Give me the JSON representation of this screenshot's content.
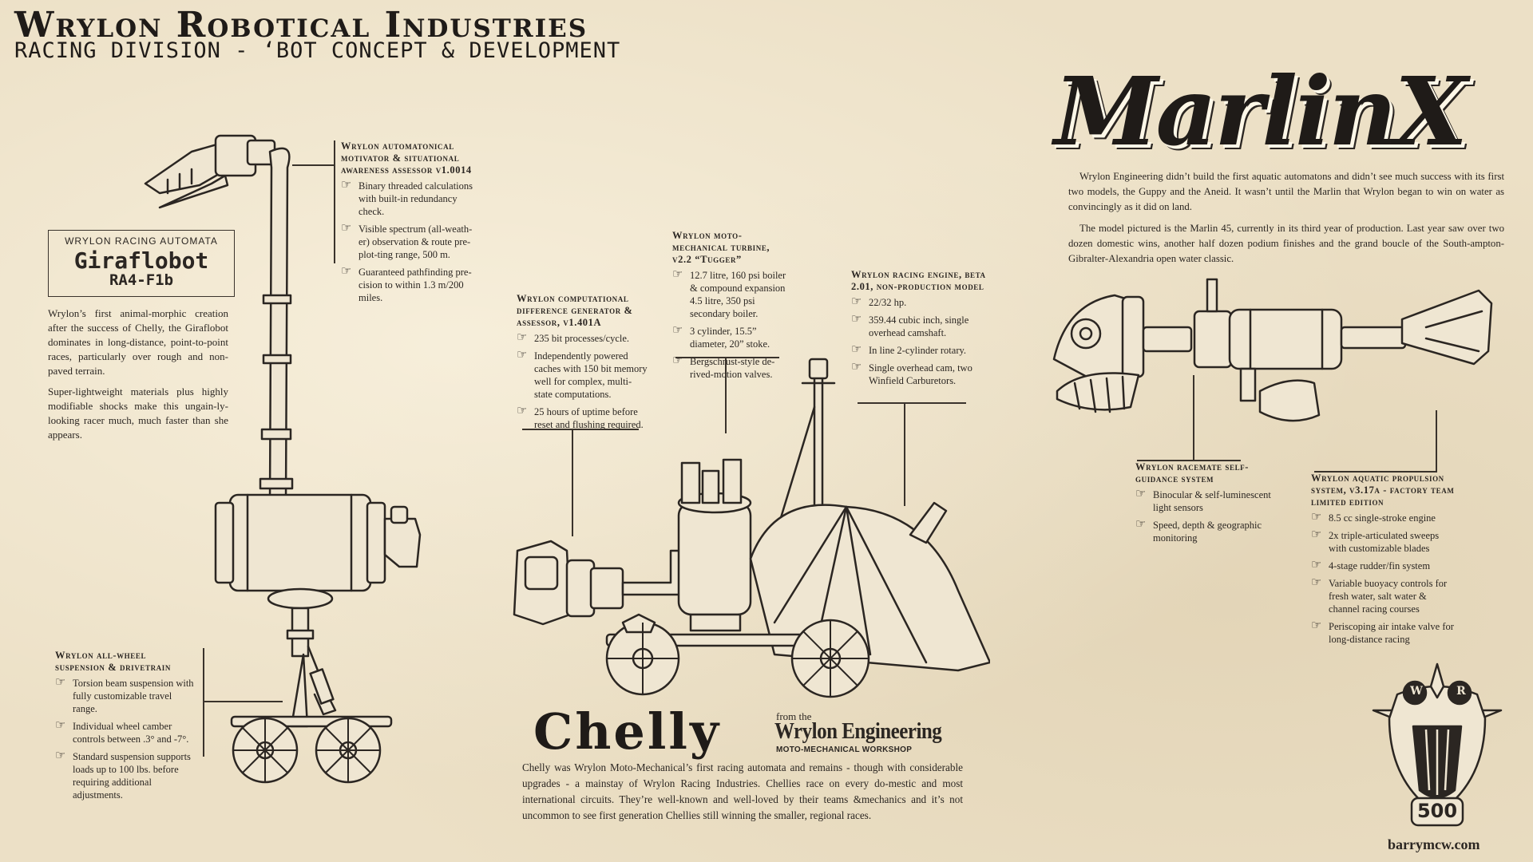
{
  "header": {
    "title": "Wrylon Robotical Industries",
    "subtitle": "RACING DIVISION - ‘BOT CONCEPT & DEVELOPMENT"
  },
  "giraflobot": {
    "badge_top": "WRYLON RACING AUTOMATA",
    "badge_name": "Giraflobot",
    "badge_code": "RA4-F1b",
    "paragraphs": [
      "Wrylon’s first animal-morphic creation after the success of Chelly, the Giraflobot dominates in long-distance, point-to-point races, particularly over rough and non-paved terrain.",
      "Super-lightweight materials plus highly modifiable shocks make this ungain-ly-looking racer much, much faster than she appears."
    ],
    "callout_motivator": {
      "title": "Wrylon automatonical motivator & situational awareness assessor v1.0014",
      "items": [
        "Binary threaded calculations with built-in redundancy check.",
        "Visible spectrum (all-weath-er) observation & route pre-plot-ting range, 500 m.",
        "Guaranteed pathfinding pre-cision to within 1.3 m/200 miles."
      ]
    },
    "callout_suspension": {
      "title": "Wrylon all-wheel suspension & drivetrain",
      "items": [
        "Torsion beam suspension with fully customizable travel range.",
        "Individual wheel camber controls between .3° and -7°.",
        "Standard suspension supports loads up to 100 lbs. before requiring additional adjustments."
      ]
    }
  },
  "chelly": {
    "name": "Chelly",
    "from_the": "from the",
    "maker": "Wrylon Engineering",
    "workshop": "MOTO-MECHANICAL WORKSHOP",
    "description": "Chelly was Wrylon Moto-Mechanical’s first racing automata and remains - though with considerable upgrades - a mainstay of Wrylon Racing Industries. Chellies race on every do-mestic and most international circuits. They’re well-known and well-loved by their teams &mechanics and it’s not uncommon to see first generation Chellies still winning the smaller, regional races.",
    "callout_computational": {
      "title": "Wrylon computational difference generator & assessor, v1.401A",
      "items": [
        "235 bit processes/cycle.",
        "Independently powered caches with 150 bit memory well for complex, multi-state computations.",
        "25 hours of uptime before reset and flushing required."
      ]
    },
    "callout_turbine": {
      "title": "Wrylon moto-mechanical turbine, v2.2 “Tugger”",
      "items": [
        "12.7 litre, 160 psi boiler & compound expansion 4.5 litre, 350 psi secondary boiler.",
        "3 cylinder, 15.5” diameter, 20” stoke.",
        "Bergschrust-style de-rived-motion valves."
      ]
    },
    "callout_engine": {
      "title": "Wrylon racing engine, beta 2.01, non-production model",
      "items": [
        "22/32 hp.",
        "359.44 cubic inch, single overhead camshaft.",
        "In line 2-cylinder rotary.",
        "Single overhead cam, two Winfield Carburetors."
      ]
    }
  },
  "marlin": {
    "name": "MarlinX",
    "paragraphs": [
      "Wrylon Engineering didn’t build the first aquatic automatons and didn’t see much success with its first two models, the Guppy and the Aneid. It wasn’t until the Marlin that Wrylon began to win on water as convincingly as it did on land.",
      "The model pictured is the Marlin 45, currently in its third year of production. Last year saw over two dozen domestic wins, another half dozen podium finishes and the grand boucle of the South-ampton-Gibralter-Alexandria open water classic."
    ],
    "callout_guidance": {
      "title": "Wrylon racemate self-guidance system",
      "items": [
        "Binocular & self-luminescent light sensors",
        "Speed, depth & geographic monitoring"
      ]
    },
    "callout_propulsion": {
      "title": "Wrylon aquatic propulsion system, v3.17a - factory team limited edition",
      "items": [
        "8.5 cc single-stroke engine",
        "2x triple-articulated sweeps with customizable blades",
        "4-stage rudder/fin system",
        "Variable buoyacy controls for fresh water, salt water & channel racing courses",
        "Periscoping air intake valve for long-distance racing"
      ]
    }
  },
  "emblem": {
    "left_letter": "W",
    "right_letter": "R",
    "number": "500"
  },
  "footer": {
    "website": "barrymcw.com"
  },
  "colors": {
    "paper": "#ece0c6",
    "ink": "#2b2622"
  }
}
